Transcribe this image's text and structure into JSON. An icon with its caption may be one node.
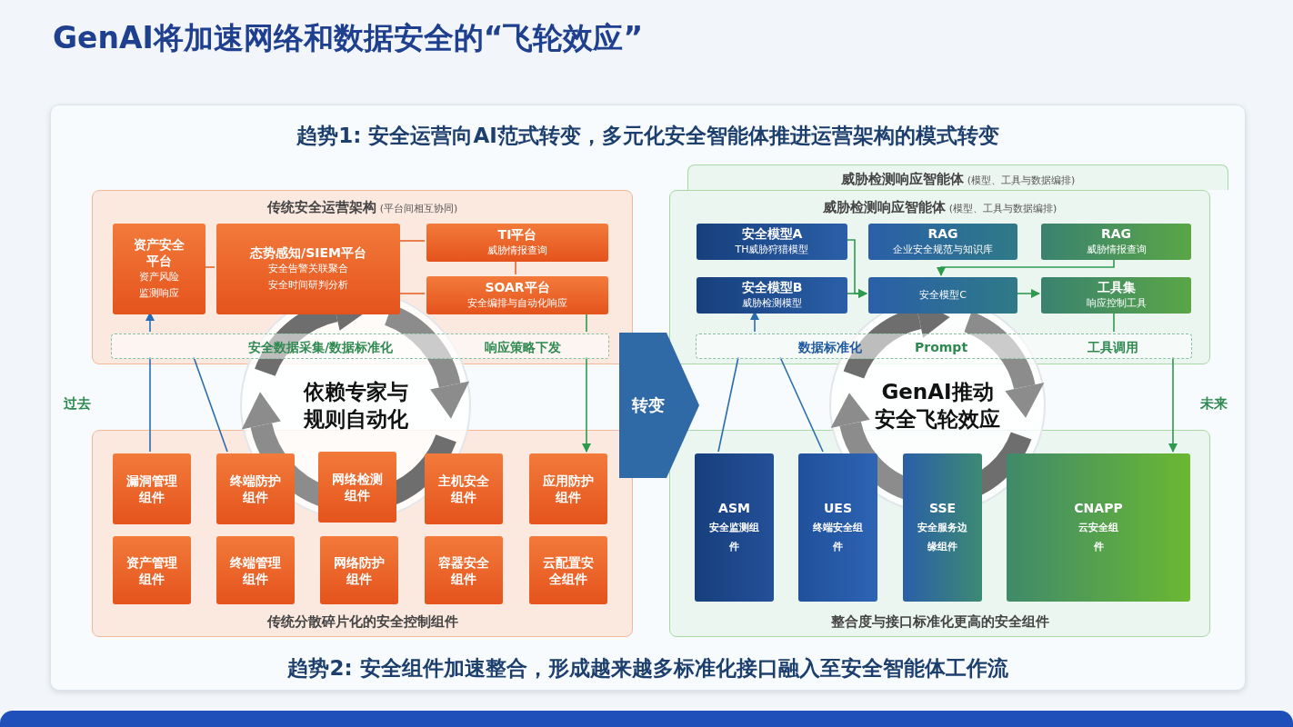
{
  "diagram": {
    "title": "GenAI将加速网络和数据安全的“飞轮效应”",
    "nodes": [
      {
        "text": [
          "趋势1: 安全运营向AI范式转变，多元化安全智能体推进运营架构的模式转变",
          "趋势2: 安全组件加速整合，形成越来越多标准化接口融入至安全智能体工作流"
        ]
      },
      {
        "text": [
          "传统安全运营架构",
          "(平台间相互协同)"
        ],
        "in": 0
      },
      {
        "text": [
          "资产安全平台",
          "资产风险监测响应"
        ],
        "in": 1
      },
      {
        "text": [
          "态势感知/SIEM平台",
          "安全告警关联聚合安全时间研判分析"
        ],
        "in": 1
      },
      {
        "text": [
          "TI平台",
          "威胁情报查询"
        ],
        "in": 1
      },
      {
        "text": [
          "SOAR平台",
          "安全编排与自动化响应"
        ],
        "in": 1
      },
      {
        "text": [
          "安全数据采集/数据标准化",
          "响应策略下发"
        ],
        "in": 1
      },
      {
        "text": [
          "传统分散碎片化的安全控制组件"
        ],
        "in": 0
      },
      {
        "text": [
          "漏洞管理组件"
        ],
        "in": 7
      },
      {
        "text": [
          "终端防护组件"
        ],
        "in": 7
      },
      {
        "text": [
          "网络检测组件"
        ]
      },
      {
        "text": [
          "主机安全组件"
        ],
        "in": 7
      },
      {
        "text": [
          "应用防护组件"
        ],
        "in": 7
      },
      {
        "text": [
          "资产管理组件"
        ],
        "in": 7
      },
      {
        "text": [
          "终端管理组件"
        ],
        "in": 7
      },
      {
        "text": [
          "网络防护组件"
        ],
        "in": 7
      },
      {
        "text": [
          "容器安全组件"
        ],
        "in": 7
      },
      {
        "text": [
          "云配置安全组件"
        ],
        "in": 7
      },
      {
        "text": [
          "依赖专家与规则自动化"
        ],
        "in": 0
      },
      {
        "text": [
          "转变"
        ],
        "in": 0
      },
      {
        "text": [
          "威胁检测响应智能体",
          "(模型、工具与数据编排)"
        ],
        "in": 0
      },
      {
        "text": [
          "威胁检测响应智能体",
          "(模型、工具与数据编排)"
        ],
        "in": 0
      },
      {
        "text": [
          "安全模型A",
          "TH威胁狩猎模型"
        ],
        "in": 21
      },
      {
        "text": [
          "RAG",
          "企业安全规范与知识库"
        ],
        "in": 21
      },
      {
        "text": [
          "RAG",
          "威胁情报查询"
        ],
        "in": 21
      },
      {
        "text": [
          "安全模型B",
          "威胁检测模型"
        ],
        "in": 21
      },
      {
        "text": [
          "安全模型C"
        ],
        "in": 21
      },
      {
        "text": [
          "工具集",
          "响应控制工具"
        ],
        "in": 21
      },
      {
        "text": [
          "数据标准化",
          "Prompt",
          "工具调用"
        ],
        "in": 21
      },
      {
        "text": [
          "整合度与接口标准化更高的安全组件"
        ],
        "in": 0
      },
      {
        "text": [
          "ASM",
          "安全监测组件"
        ],
        "in": 29
      },
      {
        "text": [
          "UES",
          "终端安全组件"
        ],
        "in": 29
      },
      {
        "text": [
          "SSE",
          "安全服务边缘组件"
        ],
        "in": 29
      },
      {
        "text": [
          "CNAPP",
          "云安全组件"
        ],
        "in": 29
      },
      {
        "text": [
          "GenAI推动安全飞轮效应"
        ],
        "in": 0
      }
    ],
    "edges": [
      {
        "from": 2,
        "to": 3,
        "arrow": "none",
        "color": "#e8622a"
      },
      {
        "from": 3,
        "to": 4,
        "arrow": "none",
        "color": "#e8622a"
      },
      {
        "from": 3,
        "to": 5,
        "arrow": "none",
        "color": "#e8622a"
      },
      {
        "from": 4,
        "to": 5,
        "arrow": "none",
        "color": "#e8622a"
      },
      {
        "from": 8,
        "to": 6,
        "arrow": "none",
        "color": "#2b6cb0"
      },
      {
        "from": 9,
        "to": 6,
        "arrow": "none",
        "color": "#2b6cb0"
      },
      {
        "from": 6,
        "to": 2,
        "arrow": "to",
        "color": "#2b6cb0"
      },
      {
        "from": 5,
        "to": 6,
        "arrow": "none"
      },
      {
        "from": 6,
        "to": 12,
        "arrow": "to"
      },
      {
        "from": 22,
        "to": 26,
        "arrow": "to"
      },
      {
        "from": 25,
        "to": 26,
        "arrow": "to"
      },
      {
        "from": 24,
        "to": 26,
        "arrow": "to"
      },
      {
        "from": 26,
        "to": 27,
        "arrow": "to"
      },
      {
        "from": 30,
        "to": 28,
        "arrow": "none",
        "color": "#2b6cb0"
      },
      {
        "from": 31,
        "to": 28,
        "arrow": "none",
        "color": "#2b6cb0"
      },
      {
        "from": 28,
        "to": 25,
        "arrow": "to",
        "color": "#2b6cb0"
      },
      {
        "from": 27,
        "to": 28,
        "arrow": "none"
      },
      {
        "from": 28,
        "to": 33,
        "arrow": "to"
      }
    ],
    "labels": [
      "过去",
      "未来"
    ]
  }
}
